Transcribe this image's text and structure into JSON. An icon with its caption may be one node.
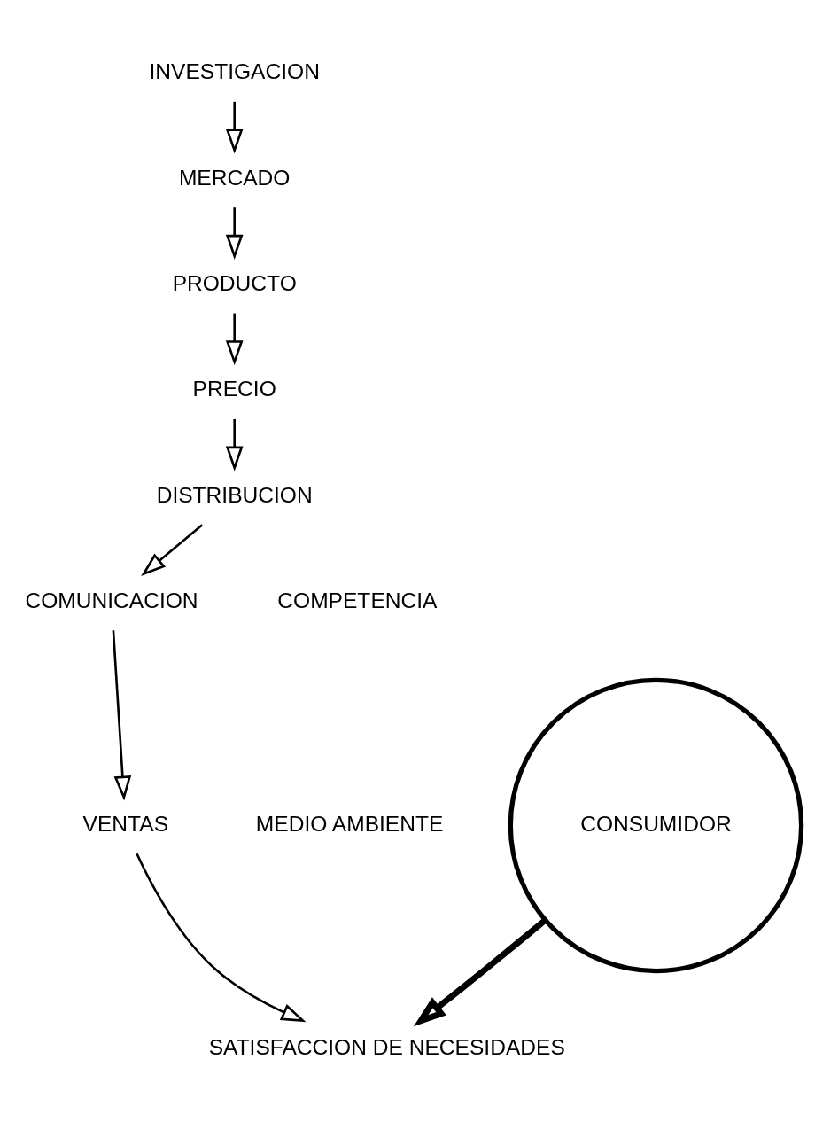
{
  "diagram": {
    "nodes": [
      {
        "text": [
          "INVESTIGACION"
        ]
      },
      {
        "text": [
          "MERCADO"
        ]
      },
      {
        "text": [
          "PRODUCTO"
        ]
      },
      {
        "text": [
          "PRECIO"
        ]
      },
      {
        "text": [
          "DISTRIBUCION"
        ]
      },
      {
        "text": [
          "COMUNICACION"
        ]
      },
      {
        "text": [
          "VENTAS"
        ]
      },
      {
        "text": [
          "SATISFACCION DE NECESIDADES"
        ]
      },
      {
        "text": [
          "CONSUMIDOR"
        ]
      }
    ],
    "edges": [
      {
        "from": 0,
        "to": 1,
        "arrow": "to"
      },
      {
        "from": 1,
        "to": 2,
        "arrow": "to"
      },
      {
        "from": 2,
        "to": 3,
        "arrow": "to"
      },
      {
        "from": 3,
        "to": 4,
        "arrow": "to"
      },
      {
        "from": 4,
        "to": 5,
        "arrow": "to"
      },
      {
        "from": 5,
        "to": 6,
        "arrow": "to"
      },
      {
        "from": 6,
        "to": 7,
        "arrow": "to"
      },
      {
        "from": 8,
        "to": 7,
        "arrow": "to",
        "style": "thick"
      }
    ],
    "labels": [
      "COMPETENCIA",
      "MEDIO AMBIENTE"
    ]
  }
}
